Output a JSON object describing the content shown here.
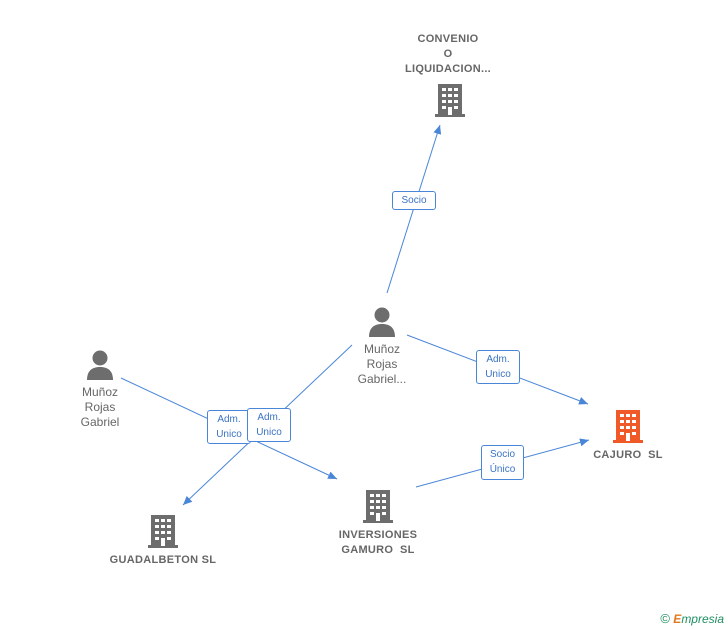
{
  "colors": {
    "edge": "#4a86d8",
    "node_gray": "#6d6d6d",
    "node_highlight": "#f05a28"
  },
  "nodes": {
    "convenio": {
      "lines": [
        "CONVENIO",
        "O",
        "LIQUIDACION..."
      ],
      "icon": "building-icon"
    },
    "cajuro": {
      "lines": [
        "CAJURO  SL"
      ],
      "icon": "building-icon",
      "highlight": true
    },
    "inversiones": {
      "lines": [
        "INVERSIONES",
        "GAMURO  SL"
      ],
      "icon": "building-icon"
    },
    "guadalbeton": {
      "lines": [
        "GUADALBETON SL"
      ],
      "icon": "building-icon"
    },
    "person_center": {
      "lines": [
        "Muñoz",
        "Rojas",
        "Gabriel..."
      ],
      "icon": "person-icon"
    },
    "person_left": {
      "lines": [
        "Muñoz",
        "Rojas",
        "Gabriel"
      ],
      "icon": "person-icon"
    }
  },
  "edges": {
    "socio": [
      "Socio"
    ],
    "adm_center_cajuro": [
      "Adm.",
      "Unico"
    ],
    "adm_left_1": [
      "Adm.",
      "Unico"
    ],
    "adm_left_2": [
      "Adm.",
      "Unico"
    ],
    "socio_unico": [
      "Socio",
      "Único"
    ]
  },
  "watermark": {
    "copyright": "©",
    "brand_first": "E",
    "brand_rest": "mpresia"
  }
}
